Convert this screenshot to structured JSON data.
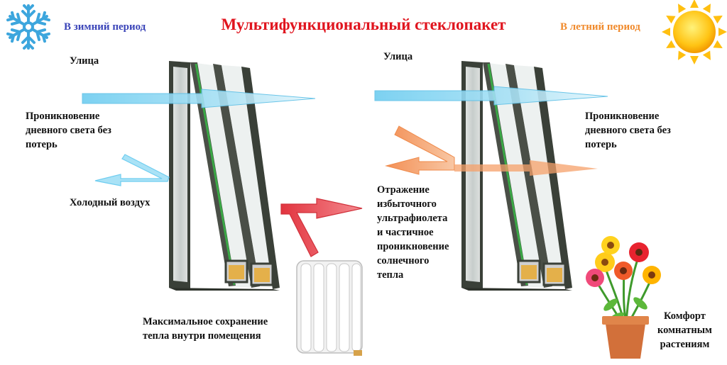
{
  "title": "Мультифункциональный стеклопакет",
  "winter_label": "В зимний период",
  "summer_label": "В летний период",
  "colors": {
    "title": "#e0141e",
    "winter": "#3a44b8",
    "summer": "#f08a2c",
    "light_arrow": "#7fd3f2",
    "heat_arrow": "#e8404c",
    "reflect_arrow": "#f6a06a",
    "frame": "#3a4038",
    "glass": "#dfe5e4",
    "low_e_film": "#3aa845"
  },
  "icons": {
    "winter": "snowflake-icon",
    "summer": "sun-icon",
    "radiator": "radiator-icon",
    "plant": "flower-pot-icon"
  },
  "winter": {
    "street": "Улица",
    "light": [
      "Проникновение",
      "дневного света без",
      "потерь"
    ],
    "cold_air": "Холодный воздух",
    "heat_keep": [
      "Максимальное сохранение",
      "тепла внутри помещения"
    ]
  },
  "summer": {
    "street": "Улица",
    "light": [
      "Проникновение",
      "дневного света без",
      "потерь"
    ],
    "reflection": [
      "Отражение",
      "избыточного",
      "ультрафиолета",
      "и частичное",
      "проникновение",
      "солнечного",
      "тепла"
    ],
    "plants": [
      "Комфорт",
      "комнатным",
      "растениям"
    ]
  }
}
